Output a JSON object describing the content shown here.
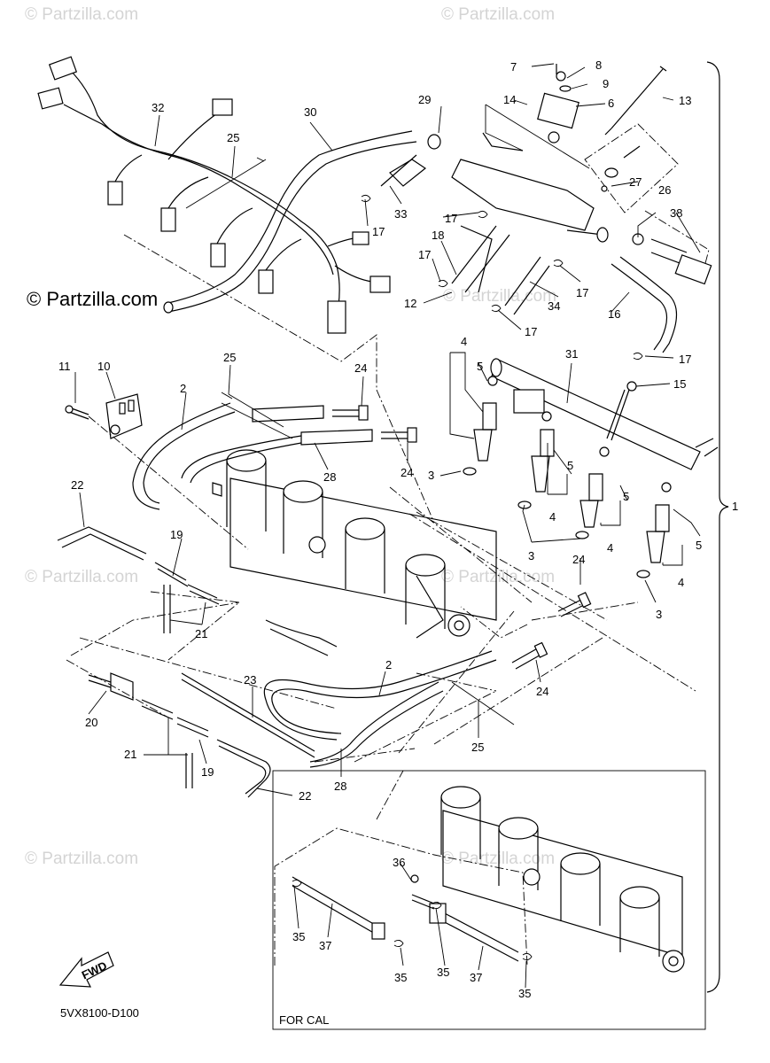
{
  "watermarks": {
    "top_left": "© Partzilla.com",
    "top_right": "© Partzilla.com",
    "main": "© Partzilla.com",
    "mid_left": "© Partzilla.com",
    "mid_right": "© Partzilla.com",
    "lower_left": "© Partzilla.com",
    "lower_right": "© Partzilla.com",
    "bottom_right": "© Partzilla.com"
  },
  "diagram_code": "5VX8100-D100",
  "for_cal_label": "FOR CAL",
  "fwd_label": "FWD",
  "callouts": [
    {
      "id": "c1",
      "text": "1"
    },
    {
      "id": "c2a",
      "text": "2"
    },
    {
      "id": "c2b",
      "text": "2"
    },
    {
      "id": "c3a",
      "text": "3"
    },
    {
      "id": "c3b",
      "text": "3"
    },
    {
      "id": "c3c",
      "text": "3"
    },
    {
      "id": "c4a",
      "text": "4"
    },
    {
      "id": "c4b",
      "text": "4"
    },
    {
      "id": "c4c",
      "text": "4"
    },
    {
      "id": "c4d",
      "text": "4"
    },
    {
      "id": "c5a",
      "text": "5"
    },
    {
      "id": "c5b",
      "text": "5"
    },
    {
      "id": "c5c",
      "text": "5"
    },
    {
      "id": "c5d",
      "text": "5"
    },
    {
      "id": "c6",
      "text": "6"
    },
    {
      "id": "c7",
      "text": "7"
    },
    {
      "id": "c8",
      "text": "8"
    },
    {
      "id": "c9",
      "text": "9"
    },
    {
      "id": "c10",
      "text": "10"
    },
    {
      "id": "c11",
      "text": "11"
    },
    {
      "id": "c12",
      "text": "12"
    },
    {
      "id": "c13",
      "text": "13"
    },
    {
      "id": "c14",
      "text": "14"
    },
    {
      "id": "c15",
      "text": "15"
    },
    {
      "id": "c16",
      "text": "16"
    },
    {
      "id": "c17a",
      "text": "17"
    },
    {
      "id": "c17b",
      "text": "17"
    },
    {
      "id": "c17c",
      "text": "17"
    },
    {
      "id": "c17d",
      "text": "17"
    },
    {
      "id": "c17e",
      "text": "17"
    },
    {
      "id": "c17f",
      "text": "17"
    },
    {
      "id": "c18",
      "text": "18"
    },
    {
      "id": "c19a",
      "text": "19"
    },
    {
      "id": "c19b",
      "text": "19"
    },
    {
      "id": "c20",
      "text": "20"
    },
    {
      "id": "c21a",
      "text": "21"
    },
    {
      "id": "c21b",
      "text": "21"
    },
    {
      "id": "c22a",
      "text": "22"
    },
    {
      "id": "c22b",
      "text": "22"
    },
    {
      "id": "c23",
      "text": "23"
    },
    {
      "id": "c24a",
      "text": "24"
    },
    {
      "id": "c24b",
      "text": "24"
    },
    {
      "id": "c24c",
      "text": "24"
    },
    {
      "id": "c24d",
      "text": "24"
    },
    {
      "id": "c25a",
      "text": "25"
    },
    {
      "id": "c25b",
      "text": "25"
    },
    {
      "id": "c25c",
      "text": "25"
    },
    {
      "id": "c26",
      "text": "26"
    },
    {
      "id": "c27",
      "text": "27"
    },
    {
      "id": "c28a",
      "text": "28"
    },
    {
      "id": "c28b",
      "text": "28"
    },
    {
      "id": "c29",
      "text": "29"
    },
    {
      "id": "c30",
      "text": "30"
    },
    {
      "id": "c31",
      "text": "31"
    },
    {
      "id": "c32",
      "text": "32"
    },
    {
      "id": "c33",
      "text": "33"
    },
    {
      "id": "c34",
      "text": "34"
    },
    {
      "id": "c35a",
      "text": "35"
    },
    {
      "id": "c35b",
      "text": "35"
    },
    {
      "id": "c35c",
      "text": "35"
    },
    {
      "id": "c35d",
      "text": "35"
    },
    {
      "id": "c36",
      "text": "36"
    },
    {
      "id": "c37a",
      "text": "37"
    },
    {
      "id": "c37b",
      "text": "37"
    },
    {
      "id": "c38",
      "text": "38"
    }
  ]
}
